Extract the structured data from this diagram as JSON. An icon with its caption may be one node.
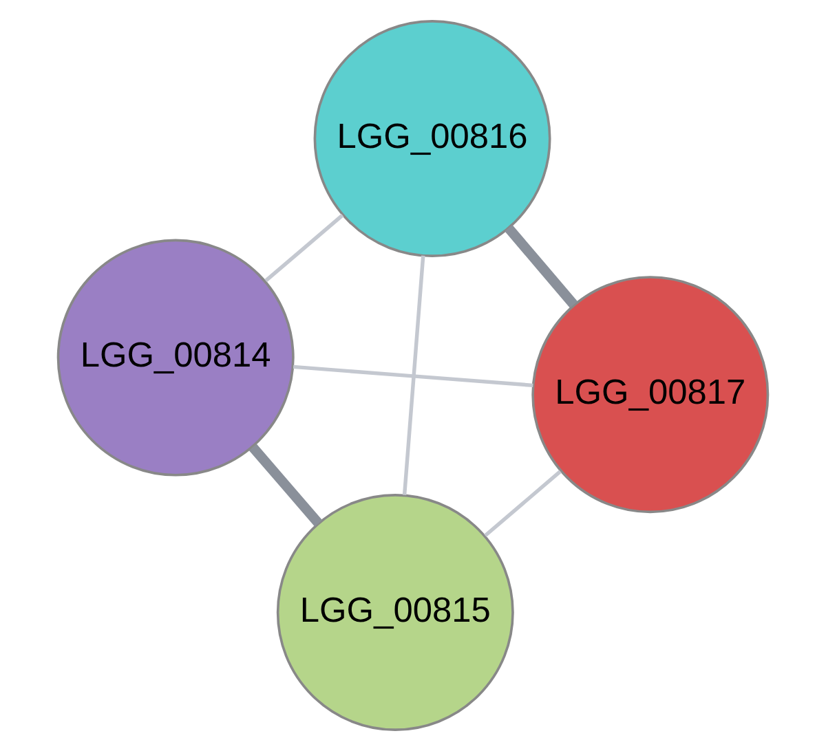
{
  "diagram": {
    "nodes": [
      {
        "text": [
          "LGG_00816"
        ]
      },
      {
        "text": [
          "LGG_00815"
        ]
      },
      {
        "text": [
          "LGG_00817"
        ]
      },
      {
        "text": [
          "LGG_00814"
        ]
      }
    ],
    "edges": [
      {
        "from": 0,
        "to": 1,
        "arrow": "none"
      },
      {
        "from": 0,
        "to": 3,
        "arrow": "none"
      },
      {
        "from": 0,
        "to": 2,
        "arrow": "none",
        "style": "thick",
        "color": "#8a909a"
      },
      {
        "from": 1,
        "to": 2,
        "arrow": "none"
      },
      {
        "from": 1,
        "to": 3,
        "arrow": "none",
        "style": "thick",
        "color": "#8a909a"
      },
      {
        "from": 2,
        "to": 3,
        "arrow": "none"
      }
    ]
  }
}
